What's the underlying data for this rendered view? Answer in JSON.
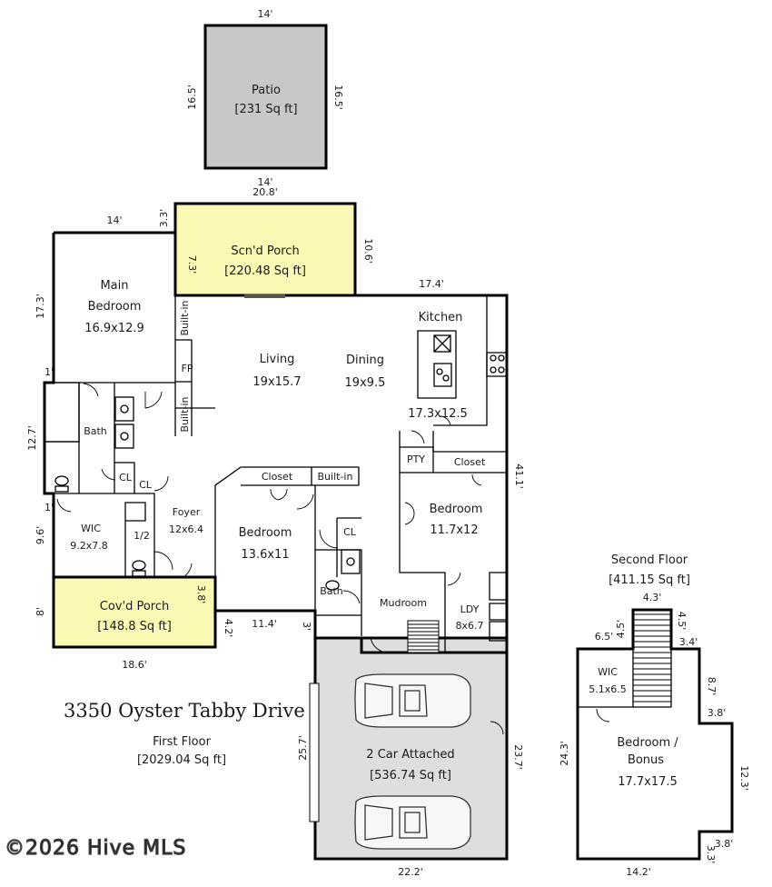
{
  "property": {
    "address": "3350 Oyster Tabby Drive",
    "first_floor_label": "First Floor",
    "first_floor_area": "[2029.04 Sq ft]",
    "second_floor_label": "Second Floor",
    "second_floor_area": "[411.15 Sq ft]",
    "watermark": "©2026 Hive MLS"
  },
  "rooms": {
    "patio": {
      "name": "Patio",
      "area": "[231 Sq ft]"
    },
    "screened_porch": {
      "name": "Scn'd Porch",
      "area": "[220.48 Sq ft]"
    },
    "main_bedroom": {
      "name_line1": "Main",
      "name_line2": "Bedroom",
      "size": "16.9x12.9"
    },
    "living": {
      "name": "Living",
      "size": "19x15.7"
    },
    "dining": {
      "name": "Dining",
      "size": "19x9.5"
    },
    "kitchen": {
      "name": "Kitchen",
      "size": "17.3x12.5"
    },
    "fp": "FP",
    "built_in": "Built-in",
    "bath": "Bath",
    "cl": "CL",
    "pty": "PTY",
    "closet": "Closet",
    "half_bath": "1/2",
    "wic": {
      "name": "WIC",
      "size": "9.2x7.8"
    },
    "foyer": {
      "name": "Foyer",
      "size": "12x6.4"
    },
    "bedroom2": {
      "name": "Bedroom",
      "size": "13.6x11"
    },
    "bedroom3": {
      "name": "Bedroom",
      "size": "11.7x12"
    },
    "covered_porch": {
      "name": "Cov'd Porch",
      "area": "[148.8 Sq ft]"
    },
    "mudroom": "Mudroom",
    "laundry": {
      "name": "LDY",
      "size": "8x6.7"
    },
    "garage": {
      "name": "2 Car Attached",
      "area": "[536.74 Sq ft]"
    },
    "upper_wic": {
      "name": "WIC",
      "size": "5.1x6.5"
    },
    "bonus": {
      "name_line1": "Bedroom /",
      "name_line2": "Bonus",
      "size": "17.7x17.5"
    }
  },
  "dimensions": {
    "patio_top": "14'",
    "patio_bottom": "14'",
    "patio_left": "16.5'",
    "patio_right": "16.5'",
    "porch_top": "20.8'",
    "porch_left": "7.3'",
    "porch_right": "10.6'",
    "porch_offset": "3.3'",
    "main_top": "14'",
    "main_left": "17.3'",
    "kitchen_top": "17.4'",
    "step_a": "1'",
    "bath_left": "12.7'",
    "step_b": "1'",
    "east_wall": "41.1'",
    "wic_left": "9.6'",
    "cov_left": "8'",
    "cov_right": "3.8'",
    "cov_bottom": "18.6'",
    "foyer_step": "4.2'",
    "garage_top": "11.4'",
    "garage_step": "3'",
    "garage_left": "25.7'",
    "garage_right": "23.7'",
    "garage_bottom": "22.2'",
    "up_stair_top": "4.3'",
    "up_stair_left": "4.5'",
    "up_stair_right": "4.5'",
    "up_left_top": "6.5'",
    "up_right_top": "3.4'",
    "up_right_a": "8.7'",
    "up_right_b": "3.8'",
    "up_right_c": "12.3'",
    "up_notch_a": "3.8'",
    "up_notch_b": "3.3'",
    "up_left": "24.3'",
    "up_bottom": "14.2'"
  },
  "colors": {
    "porch_fill": "#fafab4",
    "patio_fill": "#c8c8c8",
    "garage_fill": "#dedede"
  }
}
